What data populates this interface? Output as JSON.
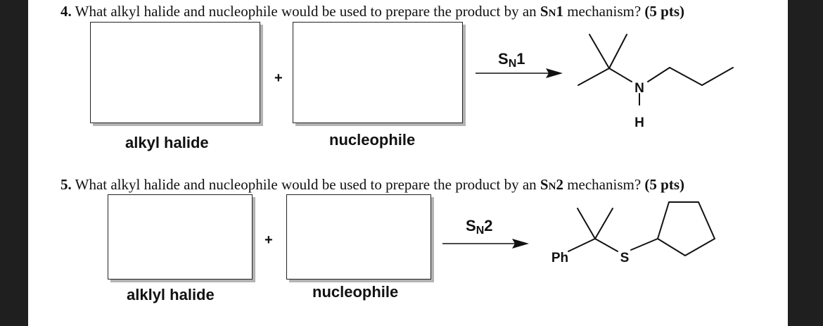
{
  "q4": {
    "number": "4.",
    "text_before": "What alkyl halide and nucleophile would be used to prepare the product by an",
    "mech_s": "S",
    "mech_n": "N",
    "mech_order": "1",
    "text_after": "mechanism?",
    "points": "(5 pts)",
    "box1_label": "alkyl halide",
    "box2_label": "nucleophile",
    "plus": "+",
    "arrow_s": "S",
    "arrow_n": "N",
    "arrow_order": "1",
    "product_atoms": {
      "n": "N",
      "h": "H"
    }
  },
  "q5": {
    "number": "5.",
    "text_before": "What alkyl halide and nucleophile would be used to prepare the product by an",
    "mech_s": "S",
    "mech_n": "N",
    "mech_order": "2",
    "text_after": "mechanism?",
    "points": "(5 pts)",
    "box1_label": "alklyl halide",
    "box2_label": "nucleophile",
    "plus": "+",
    "arrow_s": "S",
    "arrow_n": "N",
    "arrow_order": "2",
    "product_atoms": {
      "ph": "Ph",
      "s": "S"
    }
  },
  "colors": {
    "background": "#1f1f1f",
    "sheet": "#ffffff",
    "ink": "#111111",
    "box_shadow": "#b3b3b3"
  }
}
